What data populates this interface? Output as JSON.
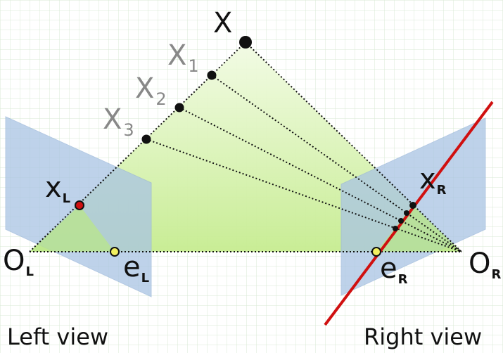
{
  "labels": {
    "point_x": "X",
    "point_x1_base": "X",
    "point_x1_sub": "1",
    "point_x2_base": "X",
    "point_x2_sub": "2",
    "point_x3_base": "X",
    "point_x3_sub": "3",
    "xl_base": "x",
    "xl_sub": "L",
    "xr_base": "x",
    "xr_sub": "R",
    "ol_base": "O",
    "ol_sub": "L",
    "or_base": "O",
    "or_sub": "R",
    "el_base": "e",
    "el_sub": "L",
    "er_base": "e",
    "er_sub": "R"
  },
  "captions": {
    "left": "Left view",
    "right": "Right view"
  },
  "colors": {
    "background_grid": "#dfeeda",
    "image_plane": "#a9c4e4",
    "epipolar_plane": "#c9ee98",
    "epipolar_line": "#d01010",
    "image_point": "#d01010",
    "epipole": "#f2f060",
    "point": "#111111"
  }
}
